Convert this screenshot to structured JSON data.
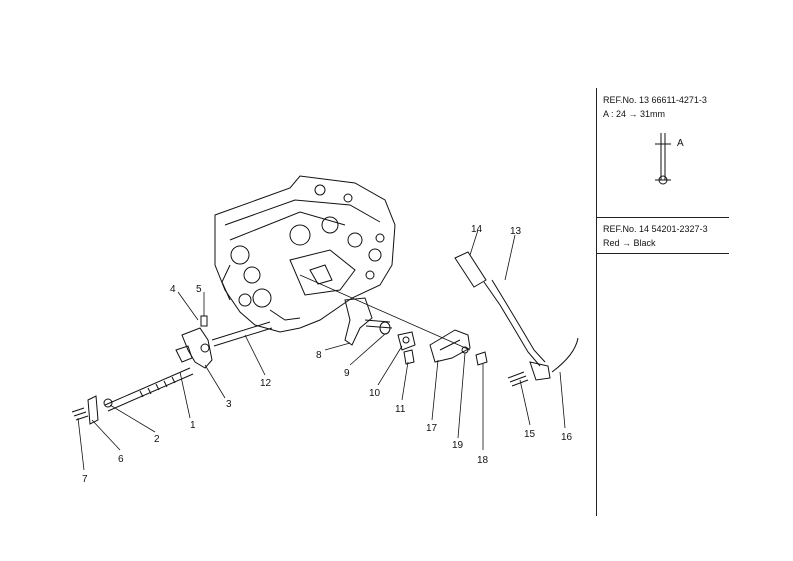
{
  "ref_panel": {
    "ref13": {
      "line1": "REF.No. 13  66611-4271-3",
      "line2": "A : 24 → 31mm",
      "dim_label": "A"
    },
    "ref14": {
      "line1": "REF.No. 14  54201-2327-3",
      "line2": "Red → Black"
    }
  },
  "callouts": [
    {
      "id": "1",
      "label": "1"
    },
    {
      "id": "2",
      "label": "2"
    },
    {
      "id": "3",
      "label": "3"
    },
    {
      "id": "4",
      "label": "4"
    },
    {
      "id": "5",
      "label": "5"
    },
    {
      "id": "6",
      "label": "6"
    },
    {
      "id": "7",
      "label": "7"
    },
    {
      "id": "8",
      "label": "8"
    },
    {
      "id": "9",
      "label": "9"
    },
    {
      "id": "10",
      "label": "10"
    },
    {
      "id": "11",
      "label": "11"
    },
    {
      "id": "12",
      "label": "12"
    },
    {
      "id": "13",
      "label": "13"
    },
    {
      "id": "14",
      "label": "14"
    },
    {
      "id": "15",
      "label": "15"
    },
    {
      "id": "16",
      "label": "16"
    },
    {
      "id": "17",
      "label": "17"
    },
    {
      "id": "18",
      "label": "18"
    },
    {
      "id": "19",
      "label": "19"
    }
  ]
}
